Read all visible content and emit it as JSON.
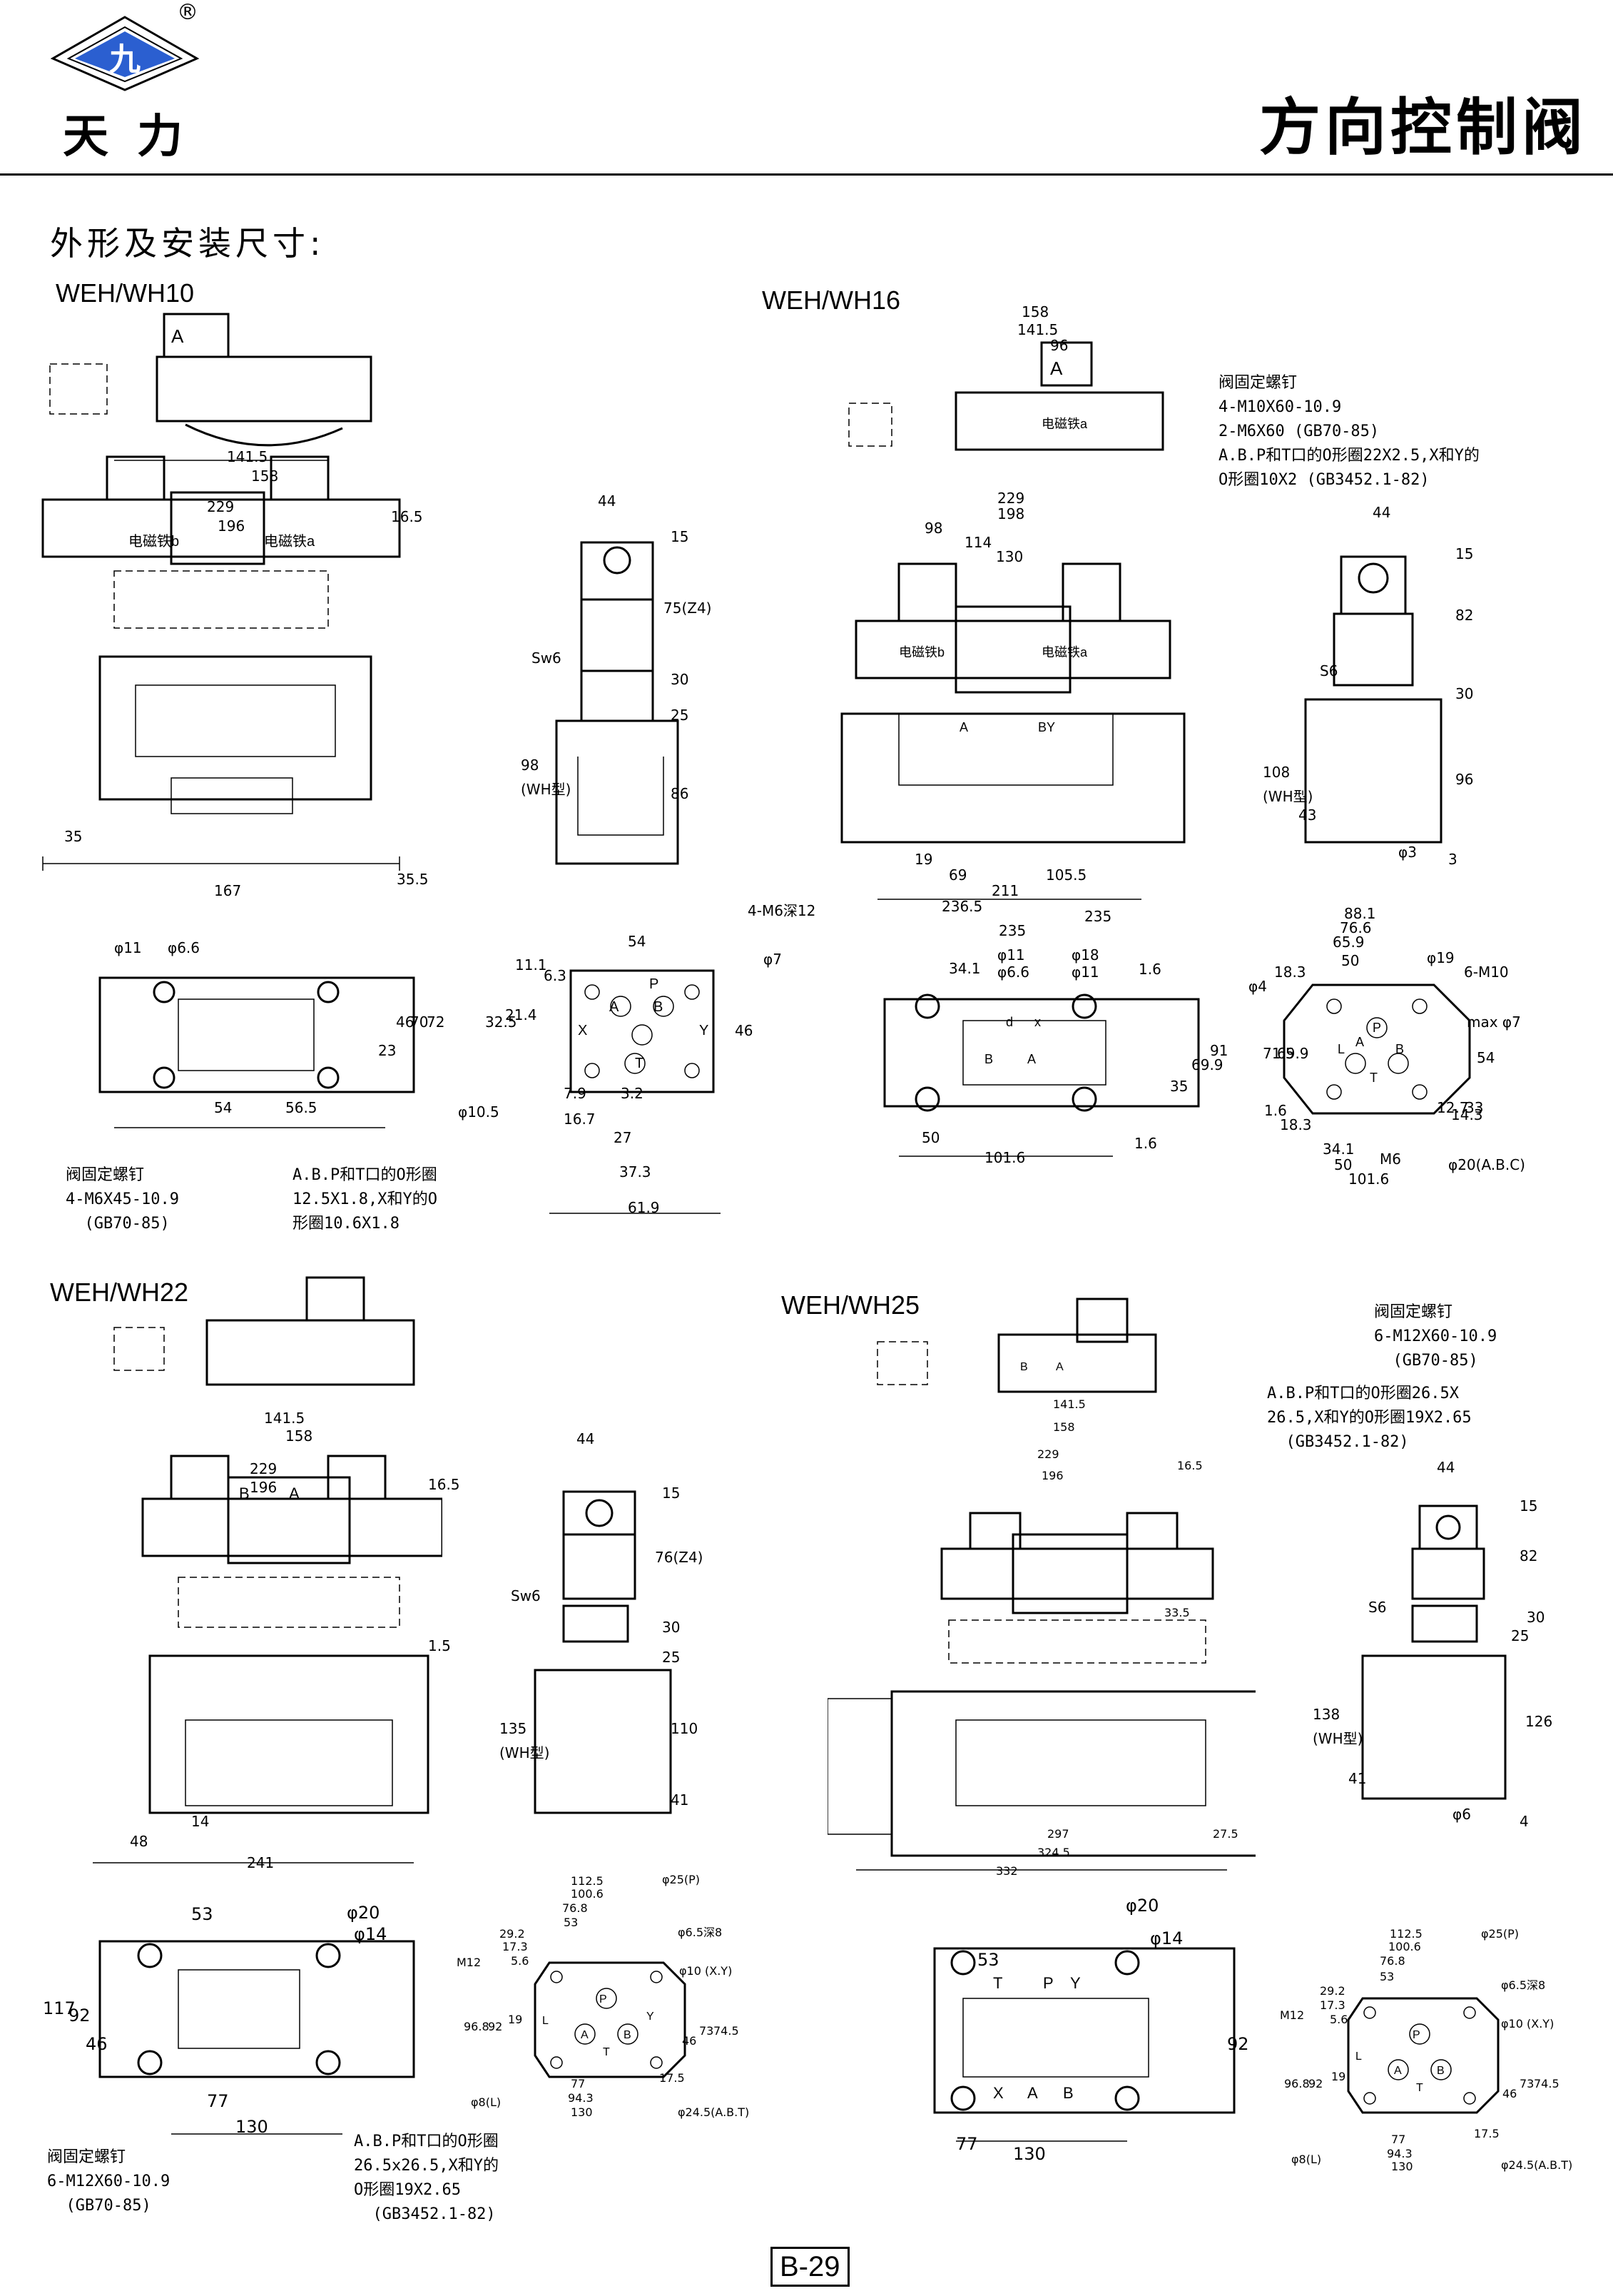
{
  "header": {
    "brand_mark": "九",
    "registered": "®",
    "company": "天力",
    "page_title": "方向控制阀"
  },
  "section_title": "外形及安装尺寸:",
  "models": {
    "wh10": {
      "label": "WEH/WH10",
      "bolt_note": "阀固定螺钉\n4-M6X45-10.9\n  (GB70-85)",
      "oring_note": "A.B.P和T口的O形圈\n12.5X1.8,X和Y的O\n形圈10.6X1.8",
      "solenoid_a": "电磁铁a",
      "solenoid_b": "电磁铁b",
      "dims": [
        "141.5",
        "158",
        "229",
        "196",
        "16.5",
        "35",
        "167",
        "35.5",
        "44",
        "15",
        "75(Z4)",
        "30",
        "25",
        "86",
        "98",
        "(WH型)",
        "Sw6",
        "54",
        "4-M6深12",
        "φ7",
        "11.1",
        "6.3",
        "32.5",
        "21.4",
        "46",
        "φ10.5",
        "7.9",
        "3.2",
        "16.7",
        "27",
        "37.3",
        "61.9",
        "φ11",
        "φ6.6",
        "23",
        "46",
        "70",
        "72",
        "54",
        "56.5"
      ]
    },
    "wh16": {
      "label": "WEH/WH16",
      "bolt_note": "阀固定螺钉\n4-M10X60-10.9\n2-M6X60 (GB70-85)\nA.B.P和T口的O形圈22X2.5,X和Y的\nO形圈10X2 (GB3452.1-82)",
      "solenoid_a": "电磁铁a",
      "solenoid_b": "电磁铁b",
      "dims": [
        "158",
        "141.5",
        "96",
        "229",
        "198",
        "98",
        "114",
        "130",
        "19",
        "69",
        "105.5",
        "211",
        "236.5",
        "235",
        "235",
        "44",
        "15",
        "82",
        "30",
        "96",
        "108",
        "(WH型)",
        "43",
        "S6",
        "φ3",
        "3",
        "34.1",
        "φ11",
        "φ6.6",
        "φ18",
        "φ11",
        "1.6",
        "35",
        "69.9",
        "91",
        "50",
        "101.6",
        "1.6",
        "88.1",
        "76.6",
        "65.9",
        "50",
        "18.3",
        "φ4",
        "φ19",
        "6-M10",
        "max φ7",
        "71.5",
        "69.9",
        "54",
        "1.6",
        "18.3",
        "12.7",
        "14.3",
        "33",
        "34.1",
        "50",
        "101.6",
        "M6",
        "φ20(A.B.C)"
      ]
    },
    "wh22": {
      "label": "WEH/WH22",
      "bolt_note": "阀固定螺钉\n6-M12X60-10.9\n  (GB70-85)",
      "oring_note": "A.B.P和T口的O形圈\n26.5x26.5,X和Y的\nO形圈19X2.65\n  (GB3452.1-82)",
      "dims": [
        "141.5",
        "158",
        "229",
        "196",
        "16.5",
        "1.5",
        "14",
        "48",
        "241",
        "44",
        "15",
        "76(Z4)",
        "Sw6",
        "30",
        "25",
        "110",
        "135",
        "(WH型)",
        "41",
        "53",
        "φ20",
        "φ14",
        "117",
        "92",
        "46",
        "77",
        "130",
        "112.5",
        "100.6",
        "76.8",
        "53",
        "29.2",
        "17.3",
        "5.6",
        "M12",
        "96.8",
        "92",
        "19",
        "φ8(L)",
        "77",
        "94.3",
        "130",
        "φ25(P)",
        "φ6.5深8",
        "φ10 (X.Y)",
        "46",
        "73",
        "74.5",
        "17.5",
        "φ24.5(A.B.T)"
      ]
    },
    "wh25": {
      "label": "WEH/WH25",
      "bolt_note": "阀固定螺钉\n6-M12X60-10.9\n  (GB70-85)",
      "oring_note": "A.B.P和T口的O形圈26.5X\n26.5,X和Y的O形圈19X2.65\n  (GB3452.1-82)",
      "dims": [
        "141.5",
        "158",
        "229",
        "196",
        "16.5",
        "33.5",
        "297",
        "324.5",
        "27.5",
        "332",
        "44",
        "15",
        "82",
        "S6",
        "25",
        "30",
        "126",
        "138",
        "(WH型)",
        "41",
        "φ6",
        "4",
        "φ20",
        "φ14",
        "53",
        "92",
        "77",
        "130",
        "112.5",
        "100.6",
        "76.8",
        "53",
        "29.2",
        "17.3",
        "5.6",
        "M12",
        "96.8",
        "92",
        "19",
        "φ8(L)",
        "77",
        "94.3",
        "130",
        "φ25(P)",
        "φ6.5深8",
        "φ10 (X.Y)",
        "46",
        "73",
        "74.5",
        "17.5",
        "φ24.5(A.B.T)"
      ]
    }
  },
  "port_letters": {
    "A": "A",
    "B": "B",
    "P": "P",
    "T": "T",
    "X": "X",
    "Y": "Y",
    "BY": "BY",
    "d": "d",
    "x": "x",
    "L": "L"
  },
  "footer": {
    "page_number": "B-29"
  }
}
